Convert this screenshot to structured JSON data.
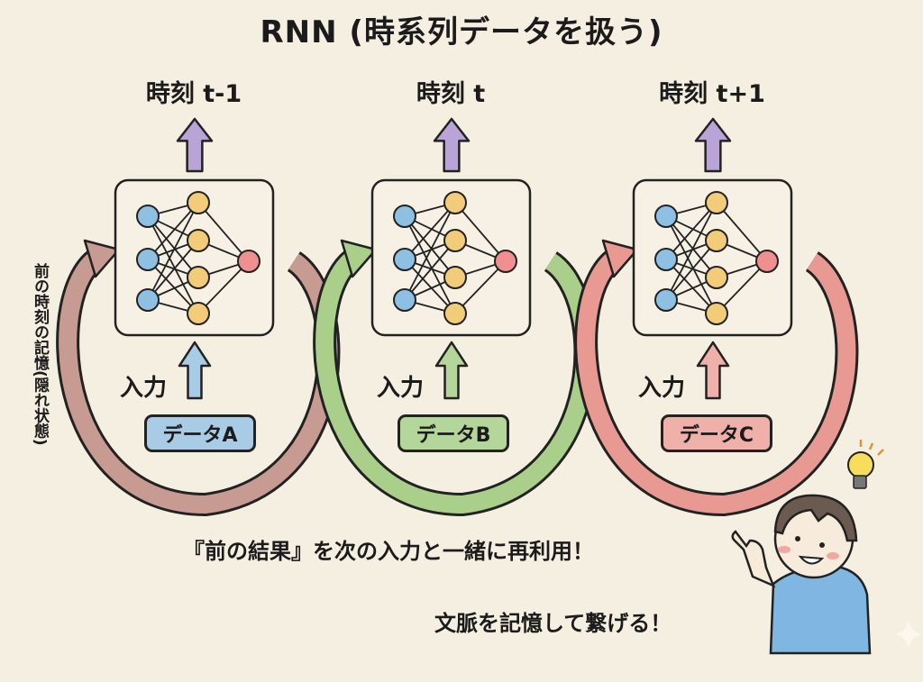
{
  "title": "RNN (時系列データを扱う)",
  "side_label": "前の時刻の記憶(隠れ状態)",
  "steps": [
    {
      "time_label": "時刻 t-1",
      "input_label": "入力",
      "data_label": "データA",
      "color": "#a8cbe6",
      "loop_color": "#c79a92",
      "output_arrow_color": "#b8a4d6"
    },
    {
      "time_label": "時刻 t",
      "input_label": "入力",
      "data_label": "データB",
      "color": "#b5d69a",
      "loop_color": "#a9cf8a",
      "output_arrow_color": "#b8a4d6"
    },
    {
      "time_label": "時刻 t+1",
      "input_label": "入力",
      "data_label": "データC",
      "color": "#efb0aa",
      "loop_color": "#e89a92",
      "output_arrow_color": "#b8a4d6"
    }
  ],
  "network": {
    "input_node_color": "#8ec0e3",
    "hidden_node_color": "#f3cc7a",
    "output_node_color": "#ef8f8f"
  },
  "captions": {
    "line1": "『前の結果』を次の入力と一緒に再利用！",
    "line2": "文脈を記憶して繋げる！"
  },
  "character": {
    "shirt_color": "#7fb6e2",
    "hair_color": "#6b5a50",
    "bulb_color": "#f6dd5a"
  }
}
